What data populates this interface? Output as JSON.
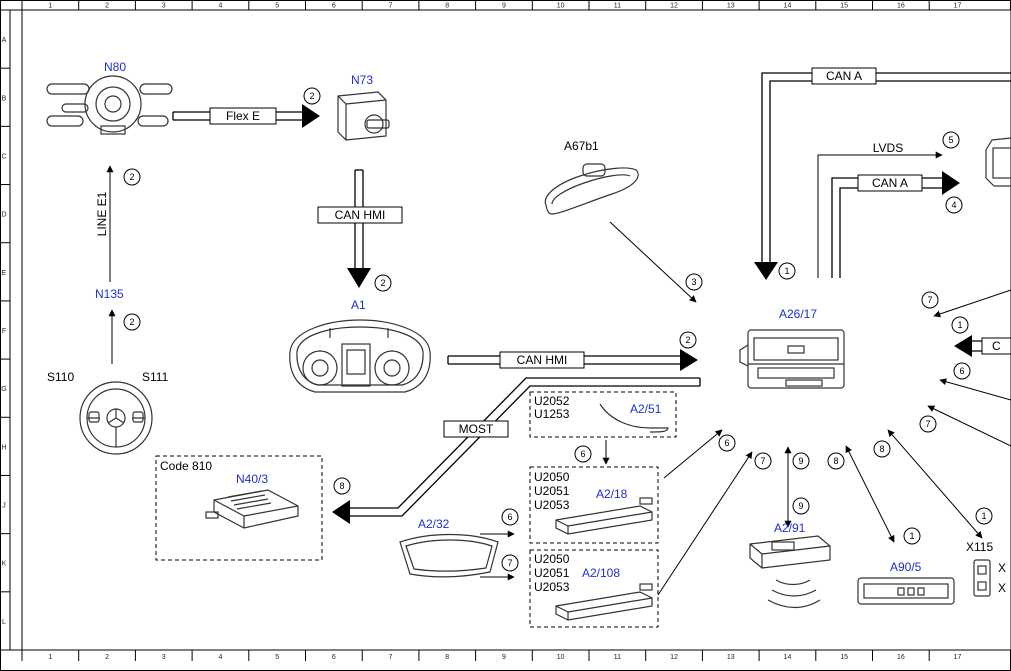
{
  "ruler": {
    "columns": [
      "1",
      "2",
      "3",
      "4",
      "5",
      "6",
      "7",
      "8",
      "9",
      "10",
      "11",
      "12",
      "13",
      "14",
      "15",
      "16",
      "17"
    ],
    "rows": [
      "A",
      "B",
      "C",
      "D",
      "E",
      "F",
      "G",
      "H",
      "J",
      "K",
      "L"
    ]
  },
  "components": {
    "n80": "N80",
    "n73": "N73",
    "n135": "N135",
    "s110": "S110",
    "s111": "S111",
    "a1": "A1",
    "a67b1": "A67b1",
    "a26_17": "A26/17",
    "n40_3": "N40/3",
    "a2_32": "A2/32",
    "a2_51": "A2/51",
    "a2_18": "A2/18",
    "a2_108": "A2/108",
    "a2_91": "A2/91",
    "a90_5": "A90/5",
    "x115": "X115"
  },
  "labels": {
    "code_810": "Code 810",
    "u2052": "U2052",
    "u1253": "U1253",
    "g18_u2050": "U2050",
    "g18_u2051": "U2051",
    "g18_u2053": "U2053",
    "g108_u2050": "U2050",
    "g108_u2051": "U2051",
    "g108_u2053": "U2053",
    "edge_x_top": "X",
    "edge_x_bottom": "X"
  },
  "buses": {
    "flex_e": "Flex E",
    "can_hmi_vertical": "CAN HMI",
    "line_e1": "LINE E1",
    "can_a_top": "CAN A",
    "lvds": "LVDS",
    "can_a_mid": "CAN A",
    "can_hmi_horizontal": "CAN HMI",
    "most": "MOST",
    "c_edge": "C"
  },
  "callouts": {
    "c_flex": "2",
    "c_n73_down": "2",
    "c_line_e1": "2",
    "c_n135_up": "2",
    "c_a67": "3",
    "c_canhmi": "2",
    "c_cana_down": "1",
    "c_lvds": "5",
    "c_cana_mid": "4",
    "c_right_7a": "7",
    "c_right_1": "1",
    "c_right_6": "6",
    "c_right_7b": "7",
    "c_most": "8",
    "c_a251": "6",
    "c_a232_a": "6",
    "c_a232_b": "7",
    "c_a218": "6",
    "c_a2108": "7",
    "c_a291_top": "9",
    "c_a291_bottom": "9",
    "c_a905_a": "8",
    "c_a905_b": "1",
    "c_x115_a": "8",
    "c_x115_b": "1"
  }
}
